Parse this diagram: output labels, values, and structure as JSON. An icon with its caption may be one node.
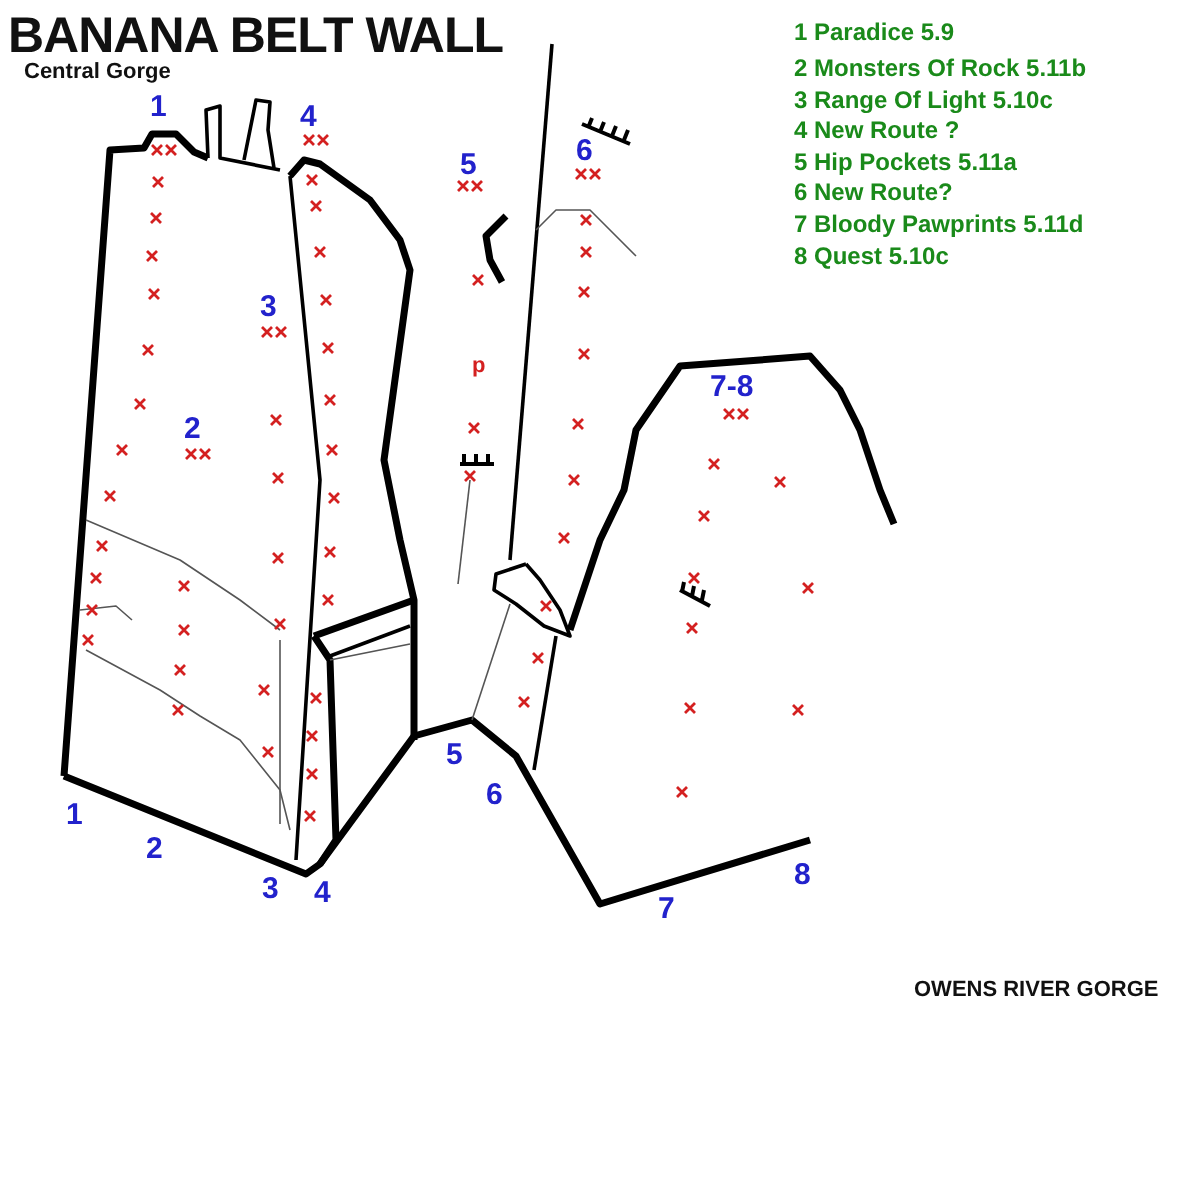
{
  "diagram": {
    "title": "BANANA BELT WALL",
    "labels": [
      "Central Gorge",
      "1 Paradice 5.9",
      "2 Monsters Of Rock 5.11b",
      "3 Range Of Light 5.10c",
      "4 New Route ?",
      "5 Hip Pockets 5.11a",
      "6 New Route?",
      "7 Bloody Pawprints 5.11d",
      "8 Quest 5.10c",
      "1",
      "4",
      "5",
      "6",
      "3",
      "2",
      "p",
      "7-8",
      "5",
      "1",
      "6",
      "2",
      "3",
      "4",
      "7",
      "8",
      "OWENS RIVER GORGE"
    ]
  }
}
